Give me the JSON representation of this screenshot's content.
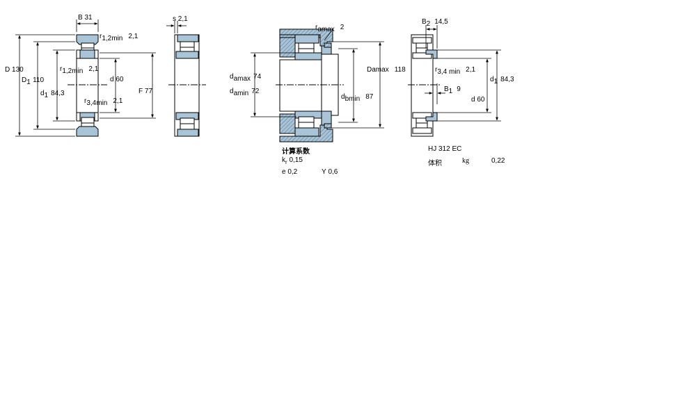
{
  "colors": {
    "line": "#000000",
    "fill": "#a9c4d6",
    "hatch": "#5b7e97",
    "background": "#ffffff"
  },
  "view1": {
    "B": {
      "sym": "B",
      "val": "31"
    },
    "r12_top": {
      "sym": "r",
      "sub": "1,2min",
      "val": "2,1"
    },
    "D": {
      "sym": "D",
      "val": "130"
    },
    "D1": {
      "sym": "D",
      "sub": "1",
      "val": "110"
    },
    "r12_mid": {
      "sym": "r",
      "sub": "1,2min",
      "val": "2,1"
    },
    "d": {
      "sym": "d",
      "val": "60"
    },
    "d1": {
      "sym": "d",
      "sub": "1",
      "val": "84,3"
    },
    "F": {
      "sym": "F",
      "val": "77"
    },
    "r34": {
      "sym": "r",
      "sub": "3,4min",
      "val": "2,1"
    }
  },
  "view2": {
    "s": {
      "sym": "s",
      "val": "2,1"
    }
  },
  "view3": {
    "ra": {
      "sym": "r",
      "sub": "amax",
      "val": "2"
    },
    "da_max": {
      "sym": "d",
      "sub": "amax",
      "val": "74"
    },
    "da_min": {
      "sym": "d",
      "sub": "amin",
      "val": "72"
    },
    "Da_max": {
      "sym": "D",
      "sub": "amax",
      "val": "118"
    },
    "db_min": {
      "sym": "d",
      "sub": "bmin",
      "val": "87"
    }
  },
  "view4": {
    "B2": {
      "sym": "B",
      "sub": "2",
      "val": "14,5"
    },
    "r34": {
      "sym": "r",
      "sub": "3,4 min",
      "val": "2,1"
    },
    "d1": {
      "sym": "d",
      "sub": "1",
      "val": "84,3"
    },
    "B1": {
      "sym": "B",
      "sub": "1",
      "val": "9"
    },
    "d": {
      "sym": "d",
      "val": "60"
    }
  },
  "calc": {
    "title": "计算系数",
    "kr": {
      "sym": "k",
      "sub": "r",
      "val": "0,15"
    },
    "e": {
      "sym": "e",
      "val": "0,2"
    },
    "Y": {
      "sym": "Y",
      "val": "0,6"
    }
  },
  "ring": {
    "designation": "HJ 312 EC",
    "volume_label": "体积",
    "unit": "kg",
    "value": "0,22"
  }
}
